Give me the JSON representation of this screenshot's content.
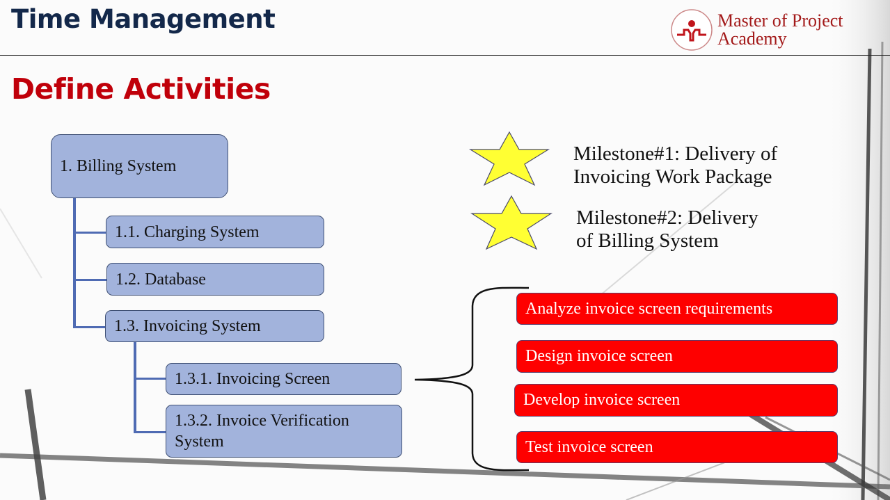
{
  "header": {
    "title": "Time Management",
    "logo": {
      "icon": "academy-person-icon",
      "line1": "Master of Project",
      "line2": "Academy",
      "color": "#a31a1a"
    }
  },
  "page_title": "Define Activities",
  "wbs": {
    "root": {
      "label": "1. Billing System"
    },
    "children": [
      {
        "label": "1.1. Charging System"
      },
      {
        "label": "1.2. Database"
      },
      {
        "label": "1.3. Invoicing System"
      }
    ],
    "grandchildren": [
      {
        "label": "1.3.1. Invoicing Screen"
      },
      {
        "label_line1": "1.3.2. Invoice Verification",
        "label_line2": "System"
      }
    ],
    "node_color": "#a2b3dc",
    "connector_color": "#4f6bb3"
  },
  "milestones": [
    {
      "icon": "star-icon",
      "line1": "Milestone#1: Delivery of",
      "line2": "Invoicing Work Package"
    },
    {
      "icon": "star-icon",
      "line1": "Milestone#2: Delivery",
      "line2": "of Billing System"
    }
  ],
  "activities": {
    "color": "#fe0000",
    "items": [
      {
        "label": "Analyze invoice screen requirements"
      },
      {
        "label": "Design invoice screen"
      },
      {
        "label": "Develop invoice screen"
      },
      {
        "label": "Test invoice screen"
      }
    ]
  }
}
